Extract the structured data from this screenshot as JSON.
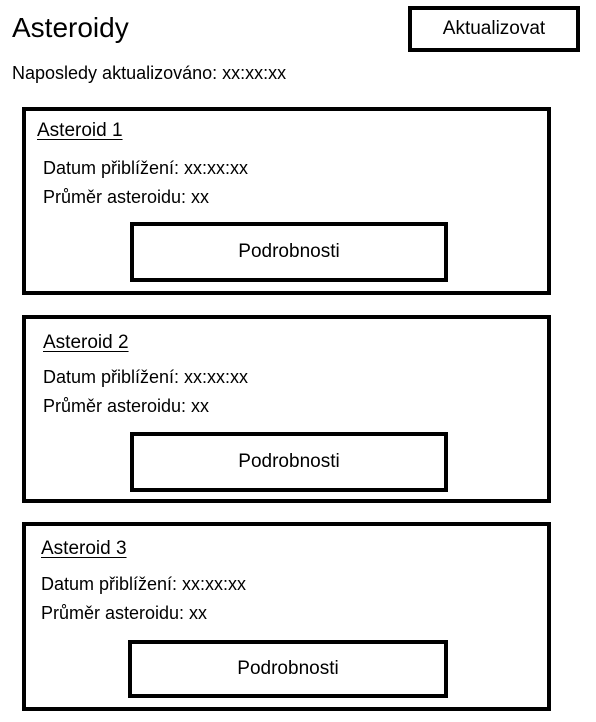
{
  "header": {
    "title": "Asteroidy",
    "refresh_label": "Aktualizovat",
    "last_updated": "Naposledy aktualizováno: xx:xx:xx"
  },
  "asteroids": [
    {
      "name": "Asteroid 1",
      "approach_date": "Datum přiblížení: xx:xx:xx",
      "diameter": "Průměr asteroidu: xx",
      "details_label": "Podrobnosti"
    },
    {
      "name": "Asteroid 2",
      "approach_date": "Datum přiblížení: xx:xx:xx",
      "diameter": "Průměr asteroidu: xx",
      "details_label": "Podrobnosti"
    },
    {
      "name": "Asteroid 3",
      "approach_date": "Datum přiblížení: xx:xx:xx",
      "diameter": "Průměr asteroidu: xx",
      "details_label": "Podrobnosti"
    }
  ]
}
